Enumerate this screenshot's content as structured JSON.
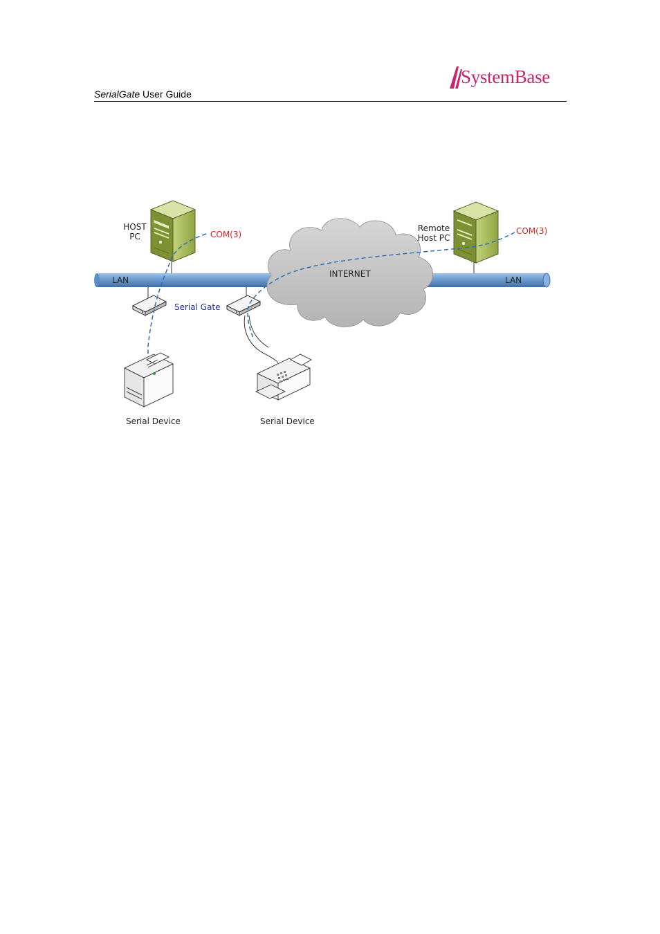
{
  "header": {
    "title_italic": "SerialGate",
    "title_rest": " User Guide",
    "logo_text": "SystemBase"
  },
  "diagram": {
    "host_pc": "HOST",
    "host_pc_line2": "PC",
    "com_left": "COM(3)",
    "remote_pc": "Remote",
    "remote_pc_line2": "Host PC",
    "com_right": "COM(3)",
    "lan_left": "LAN",
    "lan_right": "LAN",
    "internet": "INTERNET",
    "serial_gate": "Serial Gate",
    "serial_device_1": "Serial Device",
    "serial_device_2": "Serial Device"
  },
  "colors": {
    "lan_pipe": "#5b8ec4",
    "server_body": "#9fb551",
    "cloud": "#c8c8c8",
    "dashed_link": "#2a6fb8",
    "com_label": "#e0201b",
    "serial_gate_label": "#1e2fb4",
    "logo": "#c8276d"
  }
}
